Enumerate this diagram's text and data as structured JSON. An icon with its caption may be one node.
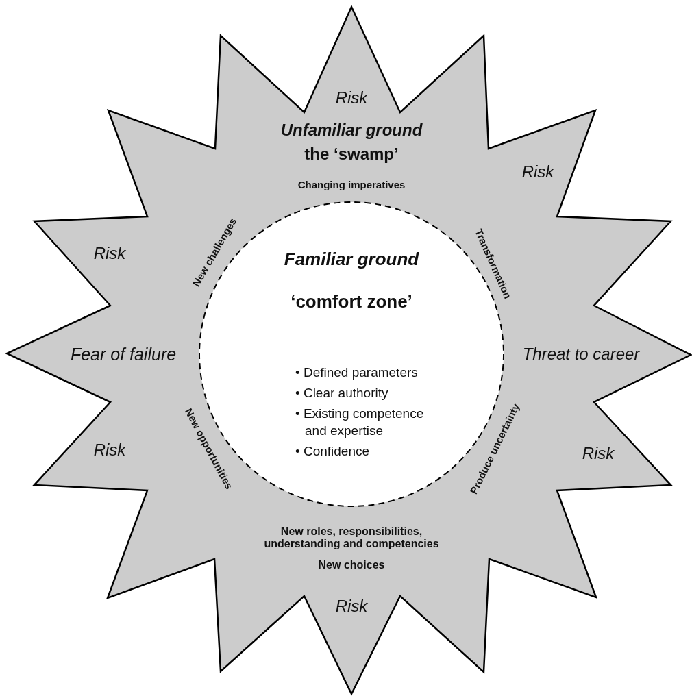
{
  "diagram": {
    "nodes": [
      {
        "text": [
          "Risk",
          "Unfamiliar ground",
          "the ‘swamp’",
          "Changing imperatives",
          "Risk",
          "New challenges",
          "Transformation",
          "Risk",
          "Fear of failure",
          "Threat to career",
          "New opportunities",
          "Produce uncertainty",
          "Risk",
          "Risk",
          "New roles, responsibilities, understanding and competencies",
          "New choices",
          "Risk"
        ]
      },
      {
        "text": [
          "Familiar ground",
          "‘comfort zone’",
          "• Defined parameters",
          "• Clear authority",
          "• Existing competence and expertise",
          "• Confidence"
        ],
        "in": 0
      }
    ]
  }
}
